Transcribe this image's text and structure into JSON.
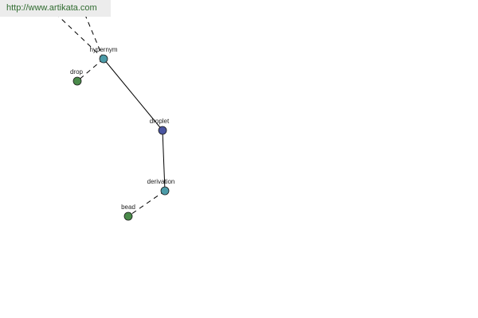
{
  "watermark": {
    "url": "http://www.artikata.com"
  },
  "colors": {
    "root": "#4a55a0",
    "relation": "#4c9ba8",
    "leaf": "#4a8a4a"
  },
  "graph": {
    "nodes": [
      {
        "id": "droplet",
        "label": "droplet",
        "kind": "root"
      },
      {
        "id": "hypernym",
        "label": "hypernym",
        "kind": "relation"
      },
      {
        "id": "drop",
        "label": "drop",
        "kind": "leaf"
      },
      {
        "id": "derivation",
        "label": "derivation",
        "kind": "relation"
      },
      {
        "id": "bead",
        "label": "bead",
        "kind": "leaf"
      }
    ],
    "edges": [
      {
        "from": "droplet",
        "to": "hypernym",
        "style": "solid"
      },
      {
        "from": "droplet",
        "to": "derivation",
        "style": "solid"
      },
      {
        "from": "hypernym",
        "to": "drop",
        "style": "dashed"
      },
      {
        "from": "derivation",
        "to": "bead",
        "style": "dashed"
      },
      {
        "from": "hypernym",
        "to": "offscreen-1",
        "style": "dashed"
      },
      {
        "from": "hypernym",
        "to": "offscreen-2",
        "style": "dashed"
      }
    ]
  }
}
